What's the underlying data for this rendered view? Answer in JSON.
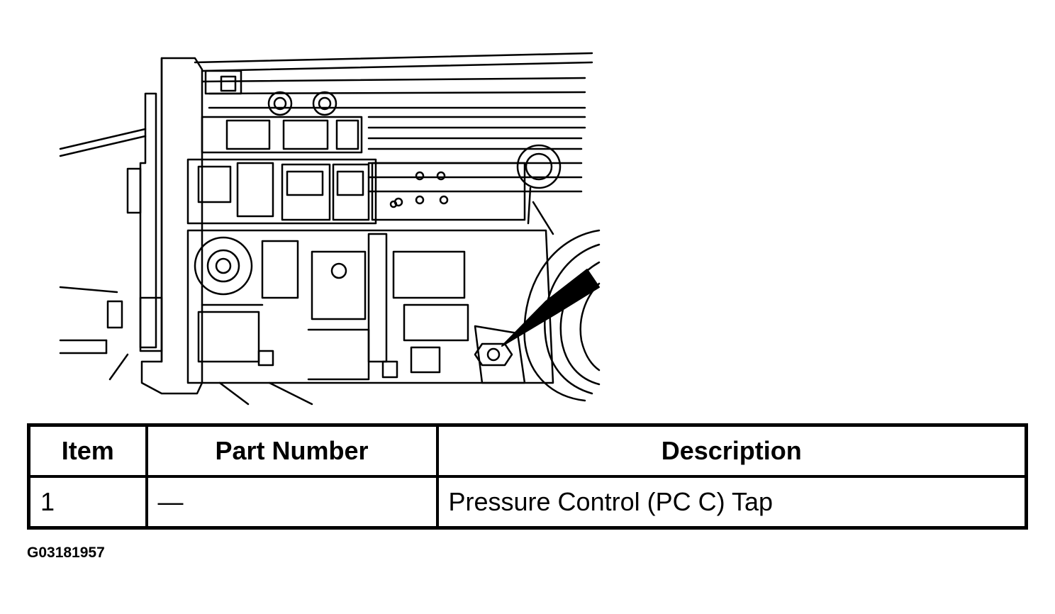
{
  "table": {
    "headers": {
      "item": "Item",
      "part_number": "Part Number",
      "description": "Description"
    },
    "rows": [
      {
        "item": "1",
        "part_number": "—",
        "description": "Pressure Control (PC C) Tap"
      }
    ]
  },
  "figure_code": "G03181957",
  "illustration": {
    "subject": "transmission-case-line-drawing",
    "callout": "arrow-pointing-to-pc-c-tap",
    "line_color": "#000000",
    "background_color": "#ffffff"
  }
}
